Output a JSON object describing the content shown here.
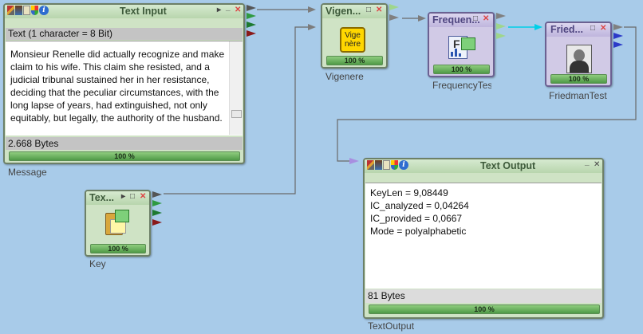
{
  "components": {
    "text_input": {
      "title": "Text Input",
      "encoding_info": "Text (1 character = 8 Bit)",
      "text": "Monsieur Renelle did actually recognize and make claim to his wife. This claim she resisted, and a judicial tribunal sustained her in her resistance, deciding that the peculiar circumstances, with the long lapse of years, had extinguished, not only equitably, but legally, the authority of the husband.",
      "size": "2.668 Bytes",
      "progress": "100 %",
      "label": "Message"
    },
    "key_input": {
      "title": "Tex...",
      "progress": "100 %",
      "label": "Key"
    },
    "vigenere": {
      "title": "Vigen...",
      "icon_text_1": "Vige",
      "icon_text_2": "nère",
      "progress": "100 %",
      "label": "Vigenere"
    },
    "frequency_test": {
      "title": "Frequen...",
      "icon_letter": "F",
      "progress": "100 %",
      "label": "FrequencyTest"
    },
    "friedman_test": {
      "title": "Fried...",
      "progress": "100 %",
      "label": "FriedmanTest"
    },
    "text_output": {
      "title": "Text Output",
      "lines": [
        "KeyLen = 9,08449",
        "IC_analyzed = 0,04264",
        "IC_provided = 0,0667",
        "Mode = polyalphabetic"
      ],
      "size": "81 Bytes",
      "progress": "100 %",
      "label": "TextOutput"
    }
  },
  "window_controls": {
    "pin": "▸",
    "minimize": "_",
    "maximize": "□",
    "close": "✕"
  },
  "colors": {
    "workspace": "#a8cbe9",
    "green_panel": "#cfe3c5",
    "purple_panel": "#d1cae6",
    "wire": "#6a6a6a",
    "wire_highlight": "#00d0e8",
    "progress": "#5aa84f"
  },
  "icons": [
    "tools-icon",
    "book-icon",
    "clipboard-icon",
    "shield-icon",
    "info-icon",
    "portrait-icon"
  ]
}
